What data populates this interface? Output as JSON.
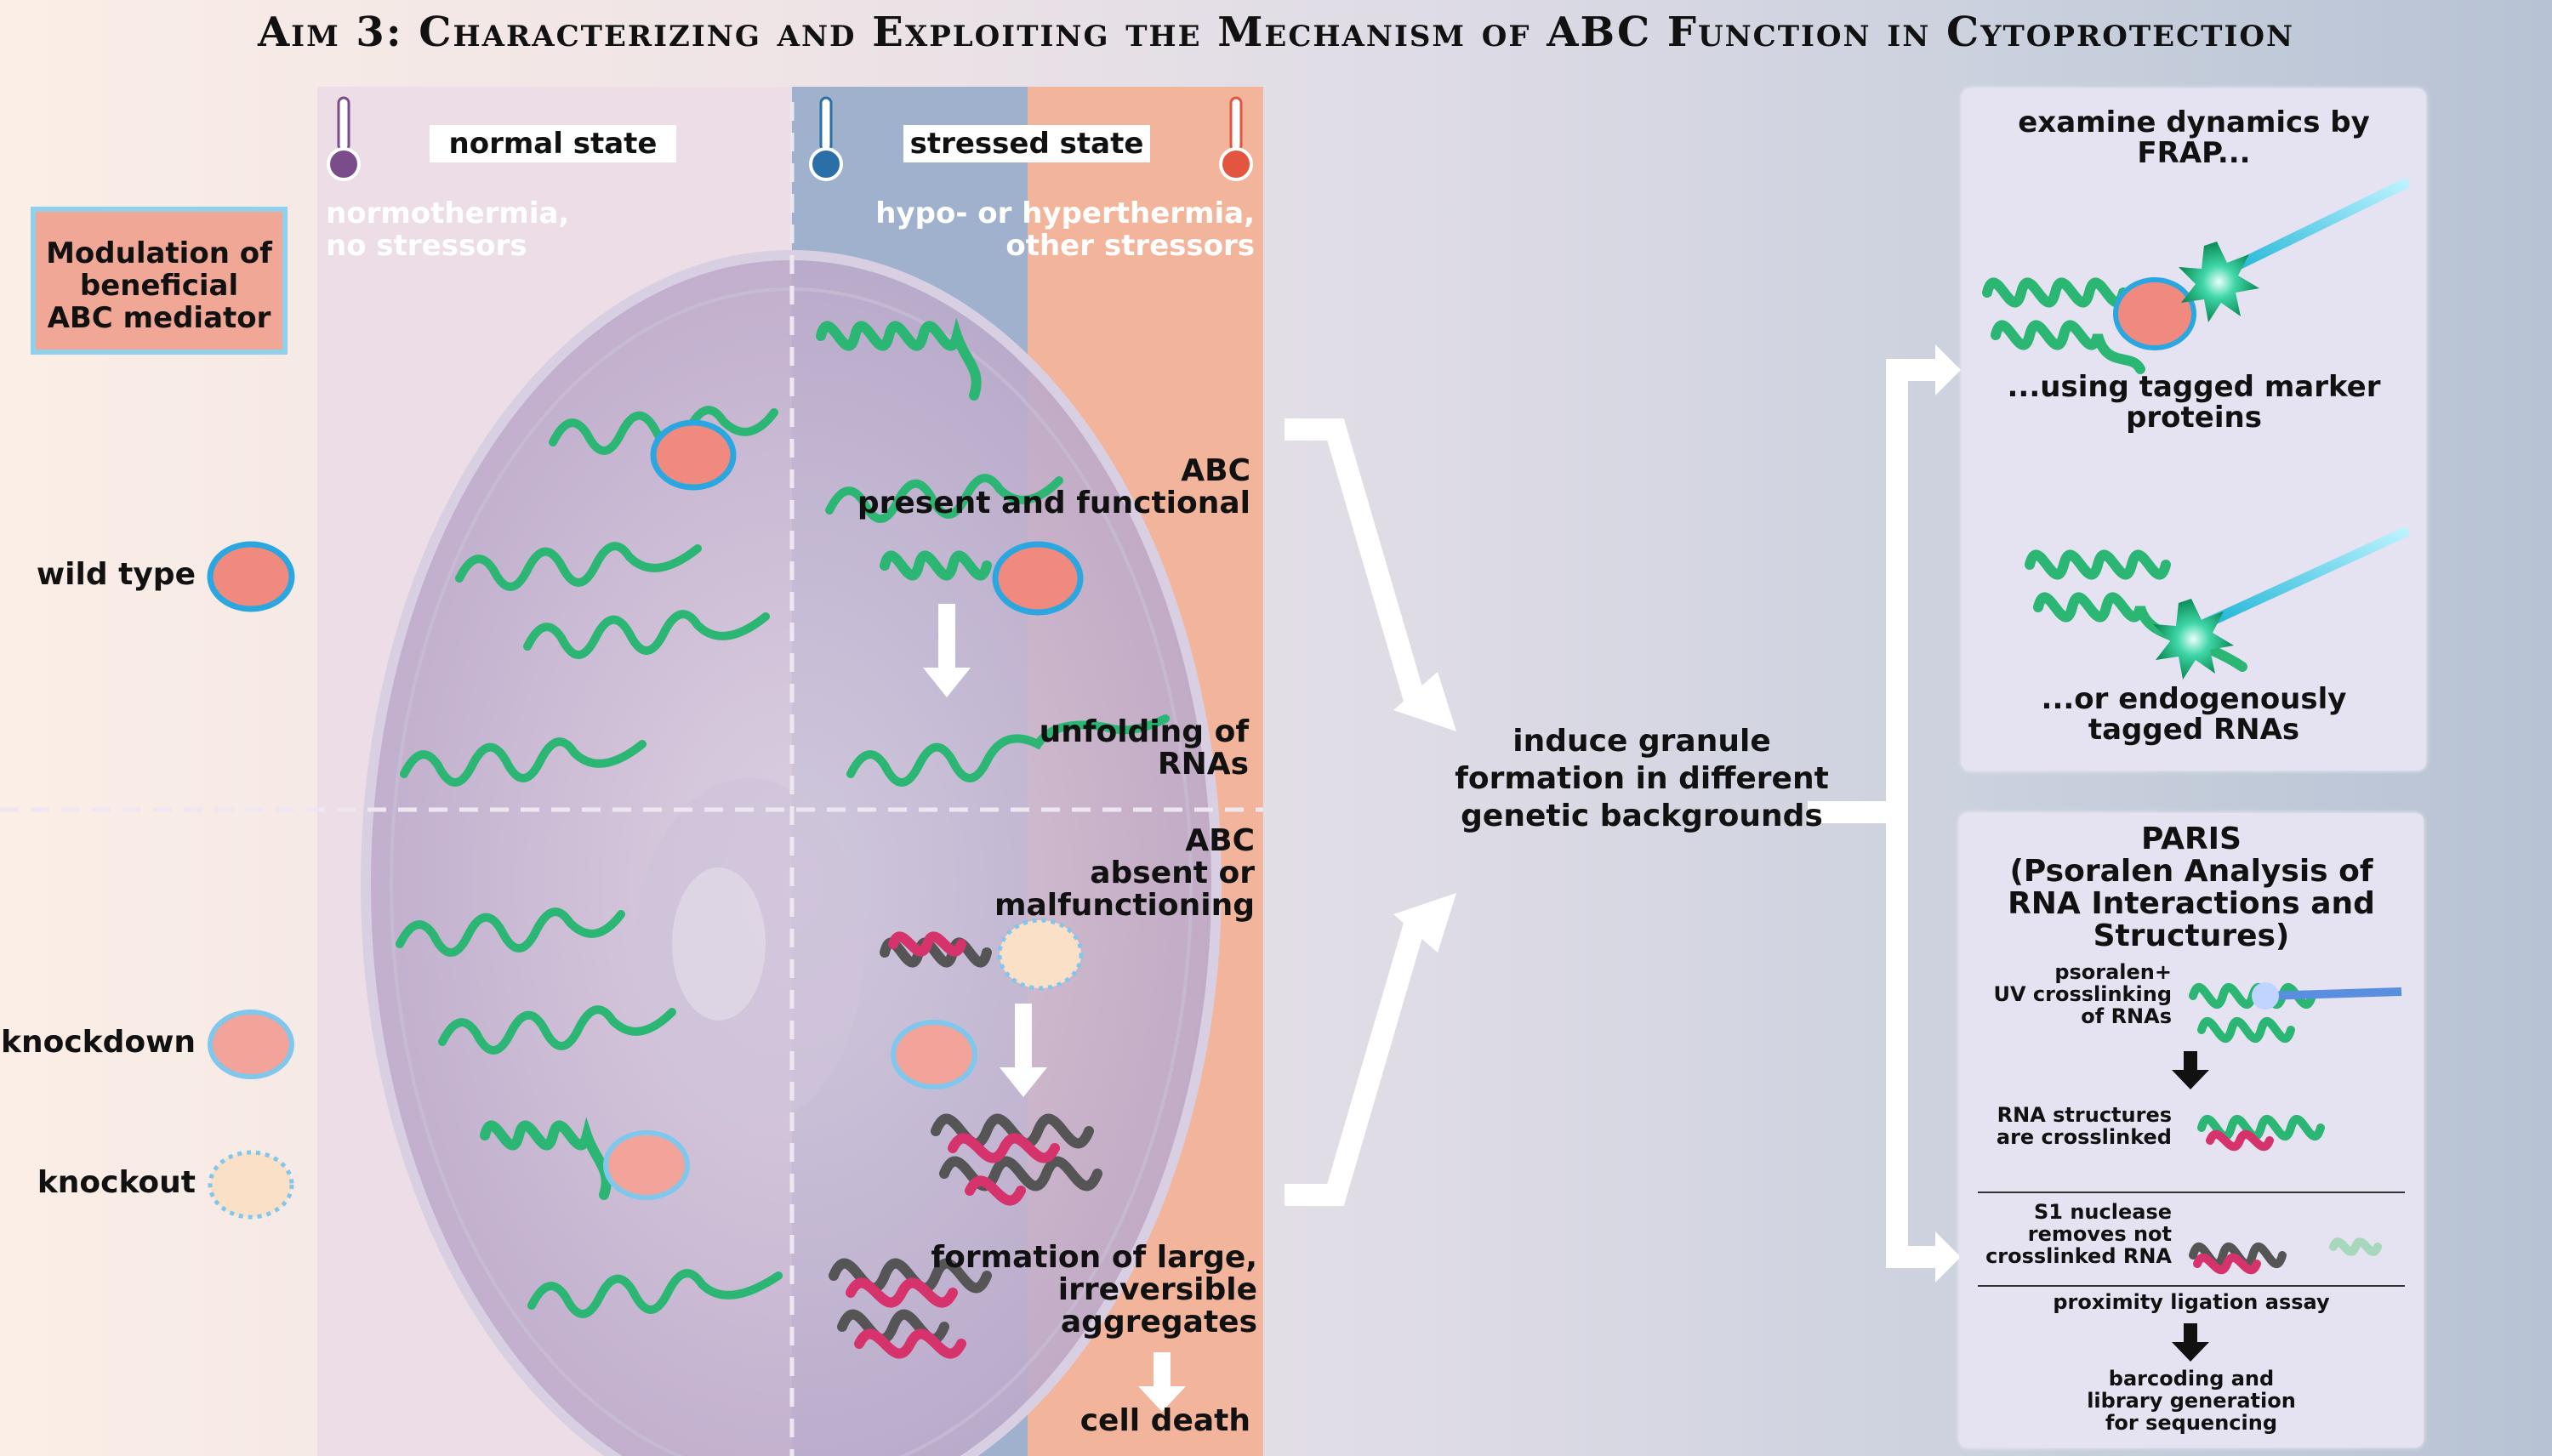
{
  "title": "Aim 3: Characterizing and Exploiting the Mechanism of ABC Function in Cytoprotection",
  "states": {
    "normal": {
      "label": "normal state",
      "sub": [
        "normothermia,",
        "no stressors"
      ]
    },
    "stressed": {
      "label": "stressed state",
      "sub": [
        "hypo- or hyperthermia,",
        "other stressors"
      ]
    }
  },
  "legend": {
    "box": [
      "Modulation of",
      "beneficial",
      "ABC mediator"
    ],
    "wild_type": "wild type",
    "knockdown": "knockdown",
    "knockout": "knockout"
  },
  "cell_labels": {
    "abc_present": [
      "ABC",
      "present and functional"
    ],
    "unfolding": [
      "unfolding of",
      "RNAs"
    ],
    "abc_absent": [
      "ABC",
      "absent or malfunctioning"
    ],
    "aggregates": [
      "formation of large,",
      "irreversible",
      "aggregates"
    ],
    "cell_death": "cell death"
  },
  "center": [
    "induce granule",
    "formation in different",
    "genetic backgrounds"
  ],
  "frap": {
    "title": [
      "examine dynamics by",
      "FRAP..."
    ],
    "marker": [
      "...using tagged marker",
      "proteins"
    ],
    "endogenous": [
      "...or endogenously",
      "tagged RNAs"
    ]
  },
  "paris": {
    "title": [
      "PARIS",
      "(Psoralen Analysis of",
      "RNA Interactions and",
      "Structures)"
    ],
    "step1": [
      "psoralen+",
      "UV crosslinking",
      "of RNAs"
    ],
    "step2": [
      "RNA structures",
      "are crosslinked"
    ],
    "step3": [
      "S1 nuclease",
      "removes not",
      "crosslinked RNA"
    ],
    "step4": "proximity ligation assay",
    "step5": [
      "barcoding and",
      "library generation",
      "for sequencing"
    ]
  },
  "colors": {
    "granule_fill": "#f08a7e",
    "wild_type_border": "#2aa6e0",
    "knockdown_fill": "#f2a49a",
    "knockdown_border": "#7fc7ec",
    "knockout_fill": "#fbe0c8",
    "rna_green": "#2bb673",
    "rna_pink": "#d6336c",
    "rna_gray": "#555555"
  }
}
